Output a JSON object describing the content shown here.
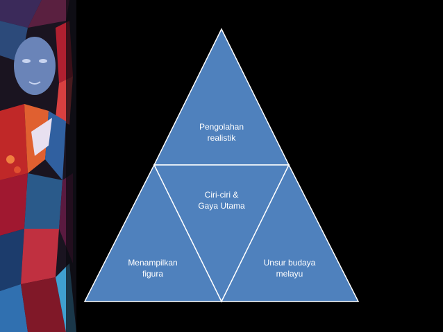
{
  "colors": {
    "background": "#000000",
    "triangle_fill": "#4f81bd",
    "triangle_stroke": "#ffffff",
    "text": "#ffffff"
  },
  "diagram": {
    "top_label": "Pengolahan\nrealistik",
    "center_label": "Ciri-ciri &\nGaya Utama",
    "left_label": "Menampilkan\nfigura",
    "right_label": "Unsur budaya\nmelayu"
  }
}
